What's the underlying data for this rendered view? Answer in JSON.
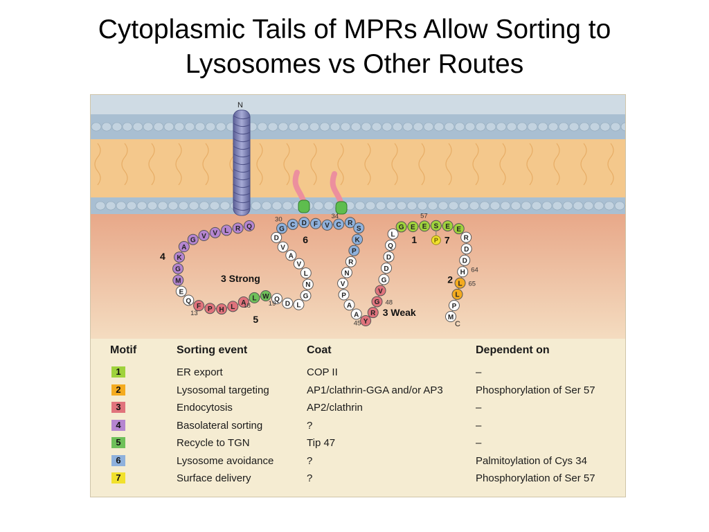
{
  "title": {
    "line1": "Cytoplasmic Tails of MPRs Allow Sorting to",
    "line2": "Lysosomes vs Other Routes"
  },
  "diagram": {
    "n_label": "N",
    "c_label": "C",
    "motif_labels": {
      "strong": "3 Strong",
      "weak": "3 Weak",
      "m1": "1",
      "m2": "2",
      "m4": "4",
      "m5": "5",
      "m6": "6",
      "m7": "7"
    },
    "phospho_label": "P",
    "residues": [
      {
        "aa": "Q",
        "motif": "4"
      },
      {
        "aa": "R",
        "motif": "4"
      },
      {
        "aa": "L",
        "motif": "4"
      },
      {
        "aa": "V",
        "motif": "4"
      },
      {
        "aa": "V",
        "motif": "4"
      },
      {
        "aa": "G",
        "motif": "4"
      },
      {
        "aa": "A",
        "motif": "4"
      },
      {
        "aa": "K",
        "motif": "4"
      },
      {
        "aa": "G",
        "motif": "4"
      },
      {
        "aa": "M",
        "motif": "4"
      },
      {
        "aa": "E",
        "motif": "0"
      },
      {
        "aa": "Q",
        "motif": "0"
      },
      {
        "aa": "F",
        "motif": "3"
      },
      {
        "aa": "P",
        "motif": "3"
      },
      {
        "aa": "H",
        "motif": "3"
      },
      {
        "aa": "L",
        "motif": "3"
      },
      {
        "aa": "A",
        "motif": "3"
      },
      {
        "aa": "L",
        "motif": "5"
      },
      {
        "aa": "W",
        "motif": "5"
      },
      {
        "aa": "Q",
        "motif": "0"
      },
      {
        "aa": "D",
        "motif": "0"
      },
      {
        "aa": "L",
        "motif": "0"
      },
      {
        "aa": "G",
        "motif": "0"
      },
      {
        "aa": "N",
        "motif": "0"
      },
      {
        "aa": "L",
        "motif": "0"
      },
      {
        "aa": "V",
        "motif": "0"
      },
      {
        "aa": "A",
        "motif": "0"
      },
      {
        "aa": "V",
        "motif": "0"
      },
      {
        "aa": "D",
        "motif": "0"
      },
      {
        "aa": "G",
        "motif": "6"
      },
      {
        "aa": "C",
        "motif": "6"
      },
      {
        "aa": "D",
        "motif": "6"
      },
      {
        "aa": "F",
        "motif": "6"
      },
      {
        "aa": "V",
        "motif": "6"
      },
      {
        "aa": "C",
        "motif": "6"
      },
      {
        "aa": "R",
        "motif": "6"
      },
      {
        "aa": "S",
        "motif": "6"
      },
      {
        "aa": "K",
        "motif": "6"
      },
      {
        "aa": "P",
        "motif": "6"
      },
      {
        "aa": "R",
        "motif": "0"
      },
      {
        "aa": "N",
        "motif": "0"
      },
      {
        "aa": "V",
        "motif": "0"
      },
      {
        "aa": "P",
        "motif": "0"
      },
      {
        "aa": "A",
        "motif": "0"
      },
      {
        "aa": "A",
        "motif": "0"
      },
      {
        "aa": "Y",
        "motif": "3"
      },
      {
        "aa": "R",
        "motif": "3"
      },
      {
        "aa": "G",
        "motif": "3"
      },
      {
        "aa": "V",
        "motif": "3"
      },
      {
        "aa": "G",
        "motif": "0"
      },
      {
        "aa": "D",
        "motif": "0"
      },
      {
        "aa": "D",
        "motif": "0"
      },
      {
        "aa": "Q",
        "motif": "0"
      },
      {
        "aa": "L",
        "motif": "0"
      },
      {
        "aa": "G",
        "motif": "1"
      },
      {
        "aa": "E",
        "motif": "1"
      },
      {
        "aa": "E",
        "motif": "1"
      },
      {
        "aa": "S",
        "motif": "1"
      },
      {
        "aa": "E",
        "motif": "1"
      },
      {
        "aa": "E",
        "motif": "1"
      },
      {
        "aa": "R",
        "motif": "0"
      },
      {
        "aa": "D",
        "motif": "0"
      },
      {
        "aa": "D",
        "motif": "0"
      },
      {
        "aa": "H",
        "motif": "0"
      },
      {
        "aa": "L",
        "motif": "2"
      },
      {
        "aa": "L",
        "motif": "2"
      },
      {
        "aa": "P",
        "motif": "0"
      },
      {
        "aa": "M",
        "motif": "0"
      }
    ],
    "position_numbers": [
      {
        "index": 12,
        "label": "13"
      },
      {
        "index": 17,
        "label": "18"
      },
      {
        "index": 18,
        "label": "19"
      },
      {
        "index": 29,
        "label": "30"
      },
      {
        "index": 33,
        "label": "34"
      },
      {
        "index": 44,
        "label": "45"
      },
      {
        "index": 47,
        "label": "48"
      },
      {
        "index": 56,
        "label": "57"
      },
      {
        "index": 63,
        "label": "64"
      },
      {
        "index": 64,
        "label": "65"
      }
    ],
    "colors": {
      "membrane_outer": "#a9bfd2",
      "membrane_core": "#f4c88c",
      "cytosol_top": "#e8a889",
      "cytosol_bottom": "#f4dcc0",
      "helix": "#8c91c4",
      "palmitoyl": "#ec8f9e",
      "anchor_green": "#5ebd4e",
      "plain": "#ffffff",
      "motif_1": "#9fd23c",
      "motif_2": "#f4ab1f",
      "motif_3": "#e0737c",
      "motif_4": "#b585d0",
      "motif_5": "#6fc05a",
      "motif_6": "#8fb1dc",
      "motif_7": "#f1e12d"
    }
  },
  "legend": {
    "headers": {
      "motif": "Motif",
      "event": "Sorting event",
      "coat": "Coat",
      "dependent": "Dependent on"
    },
    "rows": [
      {
        "motif": "1",
        "event": "ER export",
        "coat": "COP II",
        "dependent": "–",
        "color": "#9fd23c"
      },
      {
        "motif": "2",
        "event": "Lysosomal targeting",
        "coat": "AP1/clathrin-GGA and/or AP3",
        "dependent": "Phosphorylation of Ser 57",
        "color": "#f4ab1f"
      },
      {
        "motif": "3",
        "event": "Endocytosis",
        "coat": "AP2/clathrin",
        "dependent": "–",
        "color": "#e0737c"
      },
      {
        "motif": "4",
        "event": "Basolateral sorting",
        "coat": "?",
        "dependent": "–",
        "color": "#b585d0"
      },
      {
        "motif": "5",
        "event": "Recycle to TGN",
        "coat": "Tip 47",
        "dependent": "–",
        "color": "#6fc05a"
      },
      {
        "motif": "6",
        "event": "Lysosome avoidance",
        "coat": "?",
        "dependent": "Palmitoylation of Cys 34",
        "color": "#8fb1dc"
      },
      {
        "motif": "7",
        "event": "Surface delivery",
        "coat": "?",
        "dependent": "Phosphorylation of Ser 57",
        "color": "#f1e12d"
      }
    ]
  }
}
